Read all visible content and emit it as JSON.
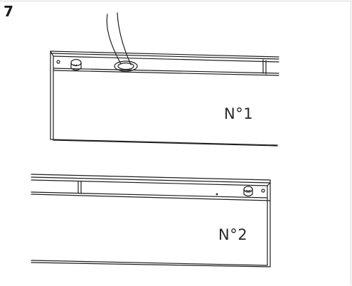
{
  "step": {
    "number": "7"
  },
  "panels": [
    {
      "label": "N°1"
    },
    {
      "label": "N°2"
    }
  ],
  "colors": {
    "line": "#1f1f1f",
    "frame": "#d8d8d8",
    "background": "#ffffff"
  },
  "icons": {
    "cable": "power-cable",
    "grommet": "cable-grommet",
    "screw": "screw-knob"
  }
}
